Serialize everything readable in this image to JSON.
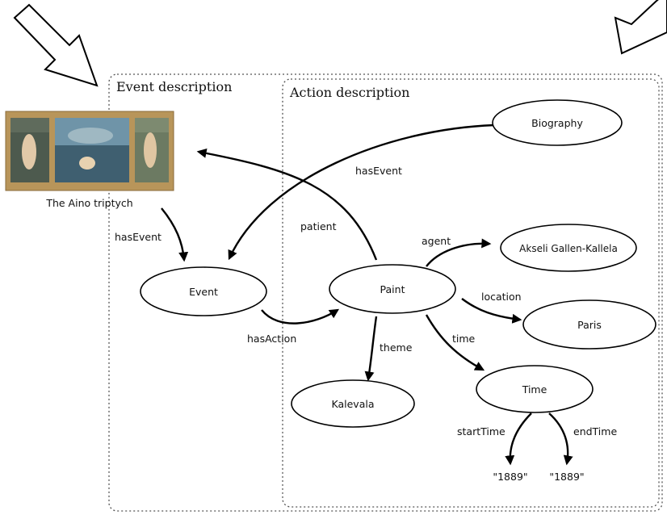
{
  "regions": {
    "event_description": "Event description",
    "action_description": "Action description"
  },
  "image": {
    "caption": "The Aino triptych"
  },
  "nodes": {
    "biography": "Biography",
    "event": "Event",
    "paint": "Paint",
    "akseli": "Akseli Gallen-Kallela",
    "paris": "Paris",
    "time": "Time",
    "kalevala": "Kalevala",
    "start_value": "\"1889\"",
    "end_value": "\"1889\""
  },
  "edges": {
    "has_event_biography": "hasEvent",
    "has_event_image": "hasEvent",
    "patient": "patient",
    "agent": "agent",
    "location": "location",
    "has_action": "hasAction",
    "theme": "theme",
    "time": "time",
    "start_time": "startTime",
    "end_time": "endTime"
  },
  "colors": {
    "painting_frame": "#b8955a",
    "painting_water": "#6f94a8"
  }
}
